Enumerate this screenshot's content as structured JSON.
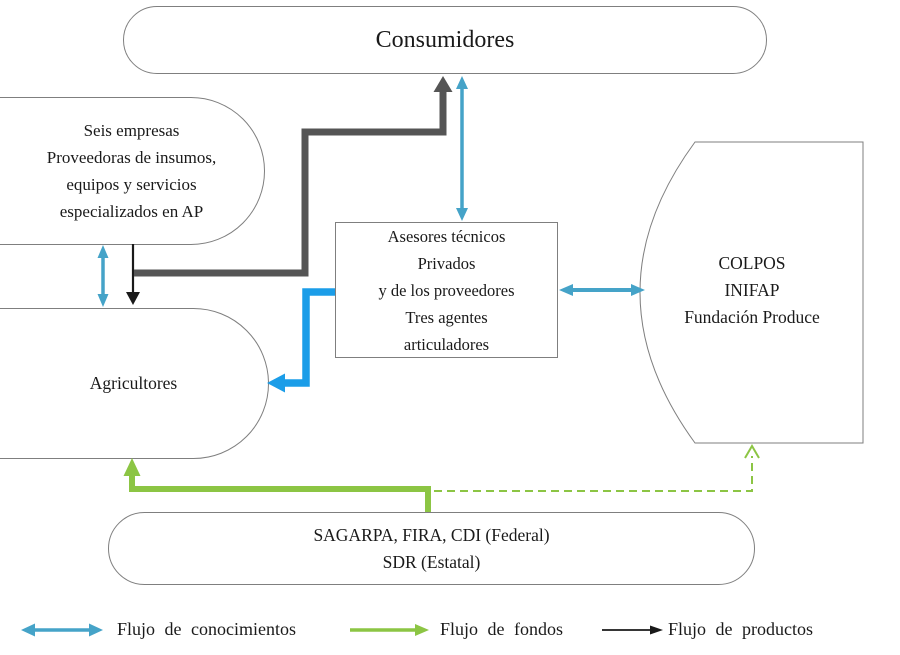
{
  "nodes": {
    "consumidores": {
      "label": "Consumidores"
    },
    "proveedores": {
      "lines": [
        "Seis empresas",
        "Proveedoras de insumos,",
        "equipos y servicios",
        "especializados en AP"
      ]
    },
    "asesores": {
      "lines": [
        "Asesores técnicos",
        "Privados",
        "y de los proveedores",
        "Tres agentes",
        "articuladores"
      ]
    },
    "colpos": {
      "lines": [
        "COLPOS",
        "INIFAP",
        "Fundación Produce"
      ]
    },
    "agricultores": {
      "label": "Agricultores"
    },
    "gobierno": {
      "lines": [
        "SAGARPA, FIRA, CDI (Federal)",
        "SDR (Estatal)"
      ]
    }
  },
  "legend": {
    "items": [
      {
        "label": "Flujo de conocimientos",
        "style": "double-arrow"
      },
      {
        "label": "Flujo de fondos",
        "style": "arrow"
      },
      {
        "label": "Flujo de productos",
        "style": "arrow"
      }
    ]
  },
  "colors": {
    "knowledge": "#45A3C8",
    "knowledge_strong": "#1B9DE8",
    "funds": "#8CC544",
    "products_strong": "#555555",
    "products": "#1A1A1A",
    "border": "#7F7F7F",
    "text": "#1A1A1A"
  }
}
